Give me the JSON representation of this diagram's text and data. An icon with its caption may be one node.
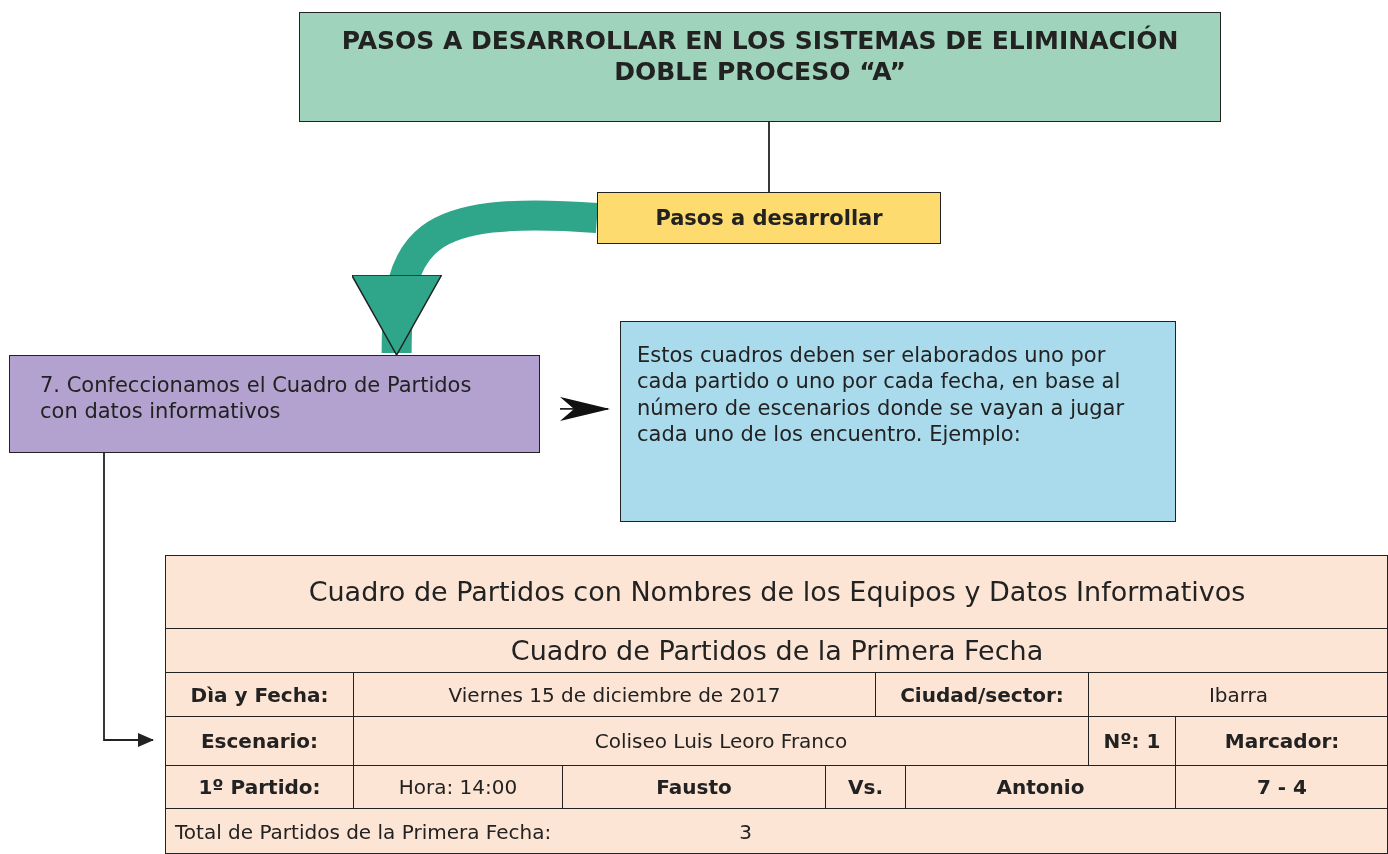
{
  "diagram": {
    "nodes": [
      {
        "text": [
          "PASOS A DESARROLLAR EN LOS SISTEMAS DE ELIMINACIÓN DOBLE PROCESO “A”"
        ]
      },
      {
        "text": [
          "Pasos a desarrollar"
        ]
      },
      {
        "text": [
          "7. Confeccionamos el Cuadro de Partidos con datos informativos"
        ]
      },
      {
        "text": [
          "Estos cuadros deben ser elaborados uno por cada partido o uno por cada fecha, en base al número de escenarios donde se vayan a jugar cada uno de los encuentro. Ejemplo:"
        ]
      },
      {
        "text": [
          "Cuadro de Partidos con Nombres de los Equipos y Datos Informativos",
          "Cuadro de Partidos de la Primera Fecha"
        ]
      }
    ],
    "edges": [
      {
        "from": 0,
        "to": 1,
        "arrow": "none"
      },
      {
        "from": 1,
        "to": 2,
        "arrow": "to",
        "style": "thick",
        "color": "#2fa58a"
      },
      {
        "from": 2,
        "to": 3,
        "arrow": "to"
      },
      {
        "from": 2,
        "to": 4,
        "arrow": "to"
      }
    ],
    "labels": [
      "Dìa y Fecha:",
      "Viernes 15 de diciembre de 2017",
      "Ciudad/sector:",
      "Ibarra",
      "Escenario:",
      "Coliseo Luis Leoro Franco",
      "Nº: 1",
      "Marcador:",
      "1º Partido:",
      "Hora: 14:00",
      "Fausto",
      "Vs.",
      "Antonio",
      "7 - 4",
      "Total de Partidos de la Primera Fecha:",
      "3"
    ]
  }
}
